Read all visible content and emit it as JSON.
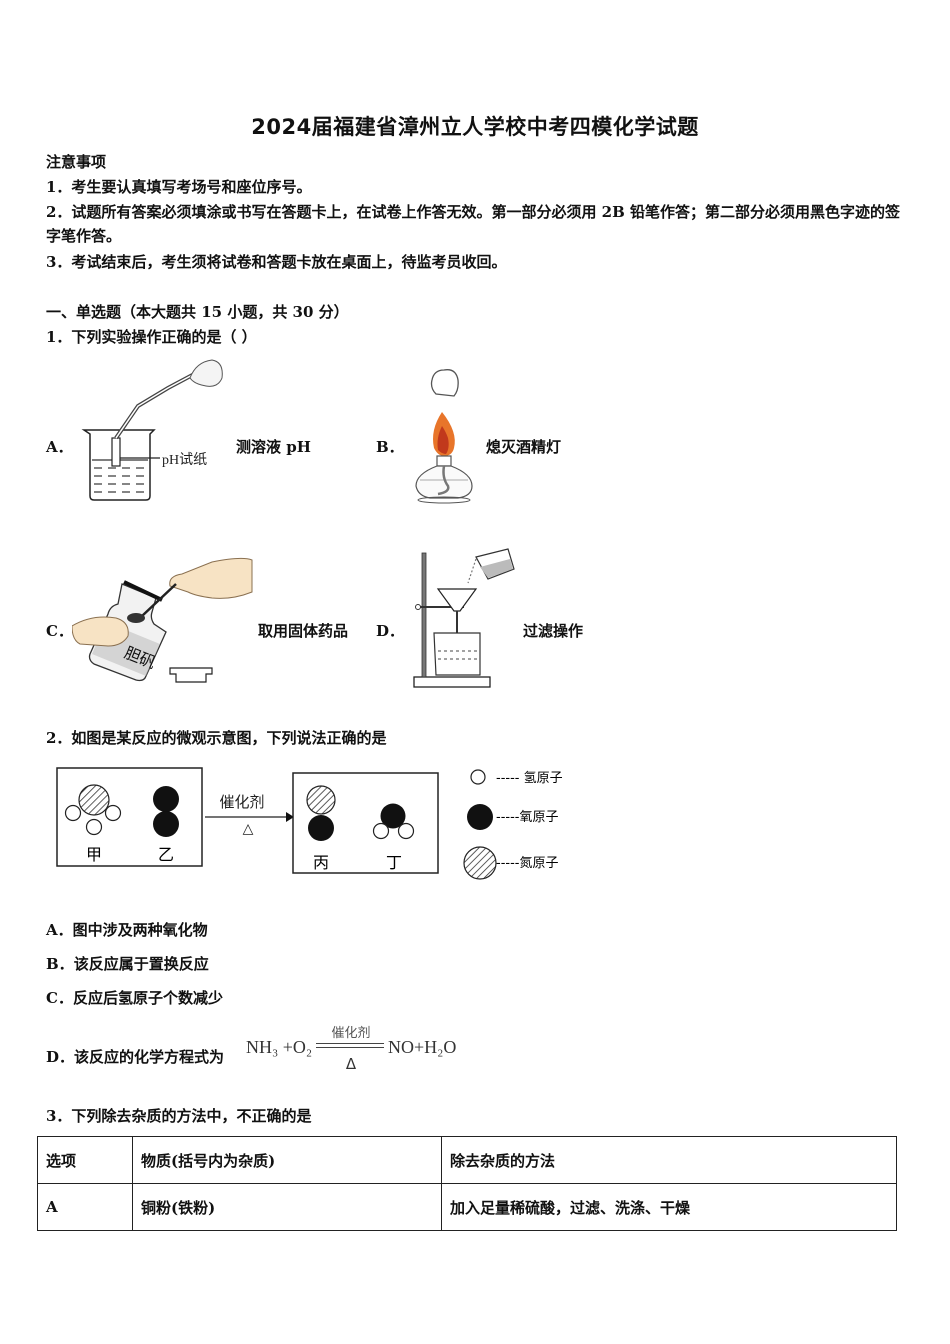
{
  "document": {
    "title": "2024届福建省漳州立人学校中考四模化学试题",
    "notice": {
      "heading": "注意事项",
      "items": [
        "1．考生要认真填写考场号和座位序号。",
        "2．试题所有答案必须填涂或书写在答题卡上，在试卷上作答无效。第一部分必须用 2B 铅笔作答；第二部分必须用黑色字迹的签字笔作答。",
        "3．考试结束后，考生须将试卷和答题卡放在桌面上，待监考员收回。"
      ]
    },
    "section1": {
      "heading": "一、单选题（本大题共 15 小题，共 30 分）"
    },
    "q1": {
      "stem": "1．下列实验操作正确的是（ ）",
      "options": [
        {
          "label": "A．",
          "caption": "测溶液 pH",
          "figure_label": "pH试纸"
        },
        {
          "label": "B．",
          "caption": "熄灭酒精灯"
        },
        {
          "label": "C．",
          "caption": "取用固体药品",
          "figure_label": "胆矾"
        },
        {
          "label": "D．",
          "caption": "过滤操作"
        }
      ]
    },
    "q2": {
      "stem": "2．如图是某反应的微观示意图，下列说法正确的是",
      "diagram": {
        "reactants": [
          "甲",
          "乙"
        ],
        "products": [
          "丙",
          "丁"
        ],
        "arrow_top": "催化剂",
        "arrow_bottom": "△",
        "legend": [
          {
            "symbol": "white-circle",
            "text": "----- 氢原子"
          },
          {
            "symbol": "black-circle",
            "text": "-----氧原子"
          },
          {
            "symbol": "hatched-circle",
            "text": "-----氮原子"
          }
        ]
      },
      "options": [
        {
          "label": "A．",
          "text": "图中涉及两种氧化物"
        },
        {
          "label": "B．",
          "text": "该反应属于置换反应"
        },
        {
          "label": "C．",
          "text": "反应后氢原子个数减少"
        },
        {
          "label": "D．",
          "text": "该反应的化学方程式为",
          "equation": {
            "left": "NH₃ +O₂",
            "condition_top": "催化剂",
            "condition_bottom": "Δ",
            "right": "NO+H₂O"
          }
        }
      ]
    },
    "q3": {
      "stem": "3．下列除去杂质的方法中，不正确的是",
      "table": {
        "headers": [
          "选项",
          "物质(括号内为杂质)",
          "除去杂质的方法"
        ],
        "rows": [
          [
            "A",
            "铜粉(铁粉)",
            "加入足量稀硫酸，过滤、洗涤、干燥"
          ]
        ]
      }
    }
  }
}
